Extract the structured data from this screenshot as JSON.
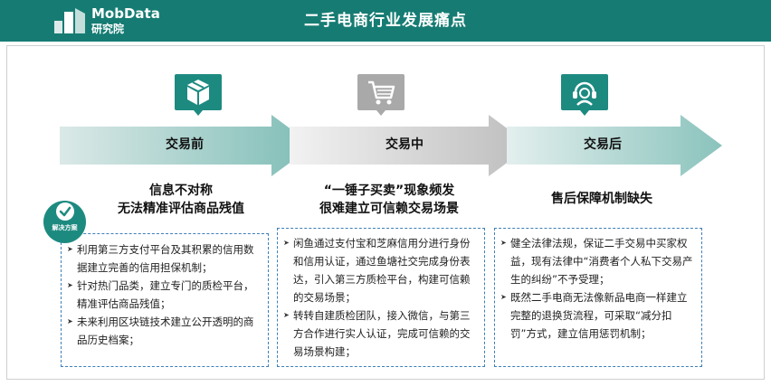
{
  "header": {
    "logo_name": "MobData",
    "logo_sub": "研究院",
    "title": "二手电商行业发展痛点"
  },
  "stages": [
    {
      "label": "交易前",
      "icon": "package-icon",
      "icon_color": "#1d8a80",
      "issue_lines": [
        "信息不对称",
        "无法精准评估商品残值"
      ],
      "solution_items": [
        "利用第三方支付平台及其积累的信用数据建立完善的信用担保机制；",
        "针对热门品类，建立专门的质检平台，精准评估商品残值；",
        "未来利用区块链技术建立公开透明的商品历史档案；"
      ]
    },
    {
      "label": "交易中",
      "icon": "shopping-cart-icon",
      "icon_color": "#a9a9a9",
      "issue_lines": [
        "“一锤子买卖”现象频发",
        "很难建立可信赖交易场景"
      ],
      "solution_items": [
        "闲鱼通过支付宝和芝麻信用分进行身份和信用认证，通过鱼塘社交完成身份表达，引入第三方质检平台，构建可信赖的交易场景；",
        "转转自建质检团队，接入微信，与第三方合作进行实人认证，完成可信赖的交易场景构建；"
      ]
    },
    {
      "label": "交易后",
      "icon": "customer-service-icon",
      "icon_color": "#1d8a80",
      "issue_lines": [
        "售后保障机制缺失"
      ],
      "solution_items": [
        "健全法律法规，保证二手交易中买家权益，现有法律中“消费者个人私下交易产生的纠纷”不予受理；",
        "既然二手电商无法像新品电商一样建立完整的退换货流程，可采取“减分扣罚”方式，建立信用惩罚机制；"
      ]
    }
  ],
  "badge": {
    "label": "解决方案",
    "icon": "check-icon"
  },
  "colors": {
    "header_bg": "#167c73",
    "teal": "#1d8a80",
    "gray": "#a9a9a9",
    "box_border": "#3d7fb8"
  }
}
